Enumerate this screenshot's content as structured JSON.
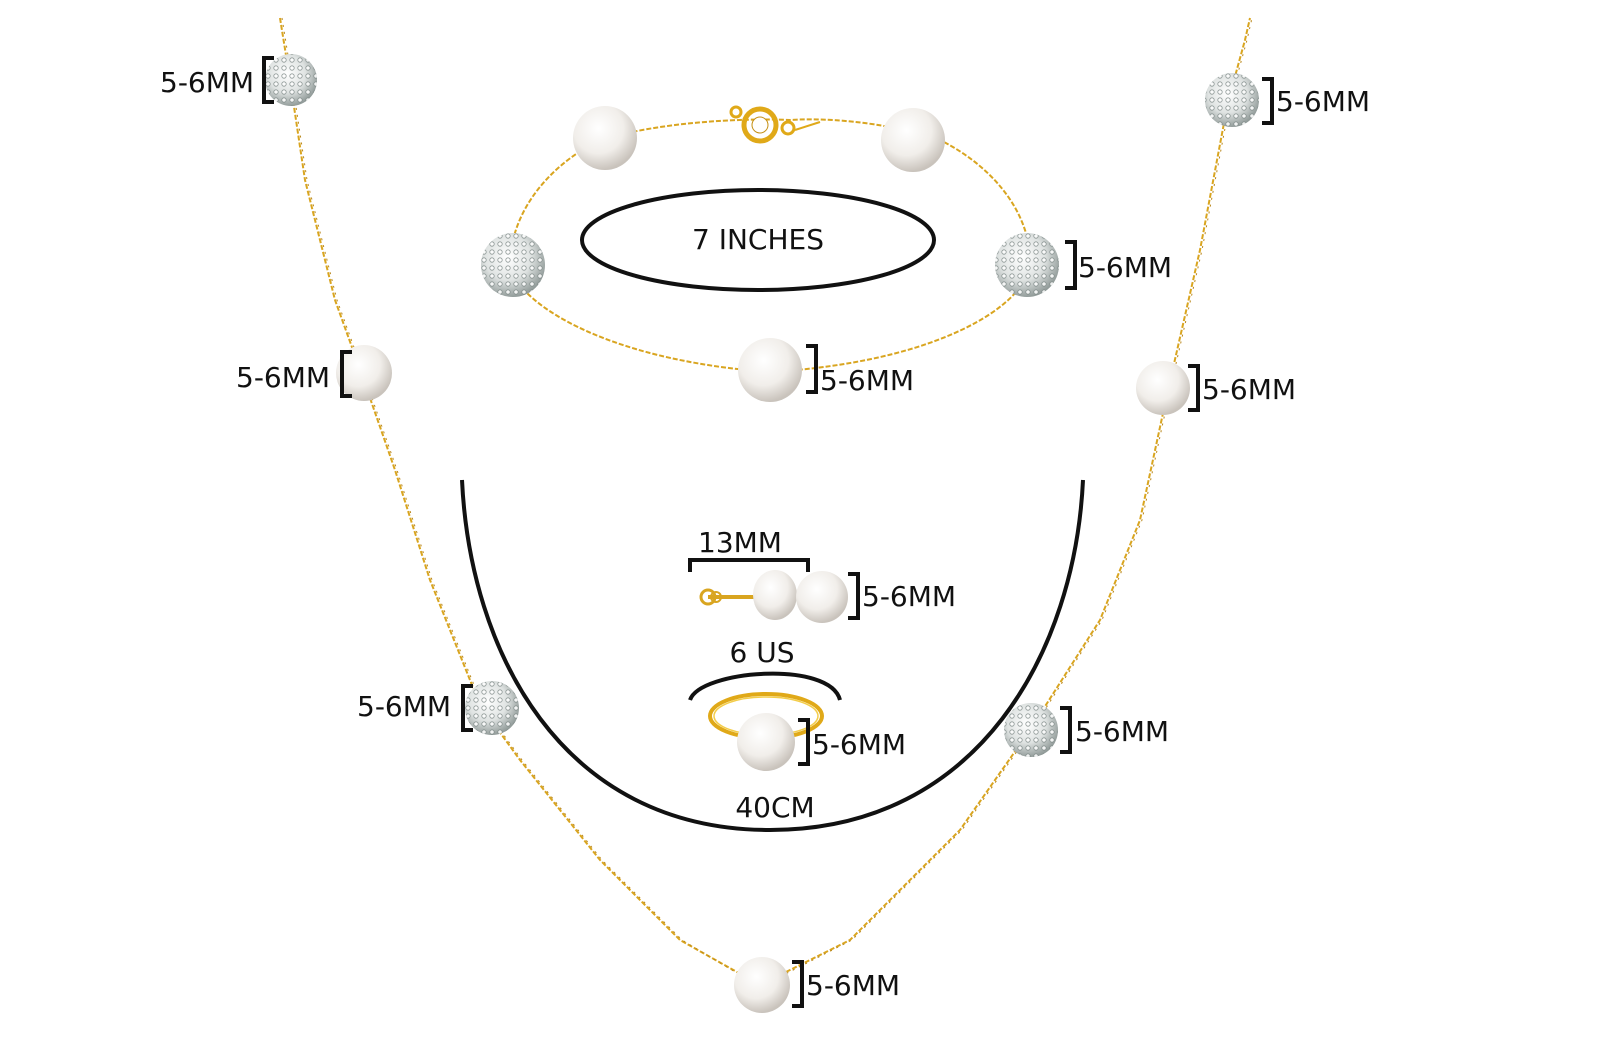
{
  "labels": {
    "bead_size": "5-6MM",
    "bracelet_length": "7 INCHES",
    "earring_width": "13MM",
    "ring_size": "6 US",
    "necklace_length": "40CM"
  },
  "colors": {
    "gold_chain": "#d9a520",
    "gold_bright": "#e8b417",
    "pearl": "#f3f1ee",
    "pearl_shadow": "#cfcac4",
    "crystal": "#e9ecec",
    "crystal_dark": "#7f8a88",
    "ink": "#111111"
  },
  "items": [
    {
      "name": "necklace",
      "type": "chain-with-stations"
    },
    {
      "name": "bracelet",
      "type": "chain-with-stations"
    },
    {
      "name": "stud-earrings",
      "type": "pearl-studs"
    },
    {
      "name": "ring",
      "type": "pearl-solitaire"
    }
  ]
}
